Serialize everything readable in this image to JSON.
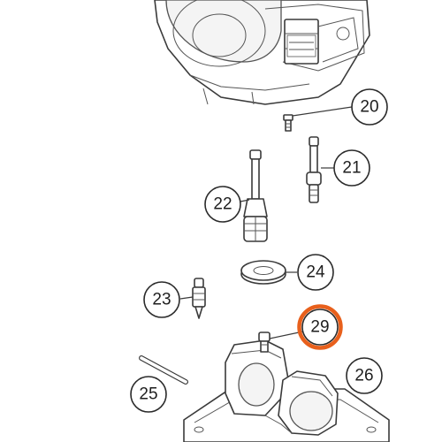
{
  "highlight_color": "#e8601c",
  "callouts": [
    {
      "id": "20",
      "label": "20",
      "highlighted": false
    },
    {
      "id": "21",
      "label": "21",
      "highlighted": false
    },
    {
      "id": "22",
      "label": "22",
      "highlighted": false
    },
    {
      "id": "23",
      "label": "23",
      "highlighted": false
    },
    {
      "id": "24",
      "label": "24",
      "highlighted": false
    },
    {
      "id": "25",
      "label": "25",
      "highlighted": false
    },
    {
      "id": "26",
      "label": "26",
      "highlighted": false
    },
    {
      "id": "29",
      "label": "29",
      "highlighted": true
    }
  ]
}
